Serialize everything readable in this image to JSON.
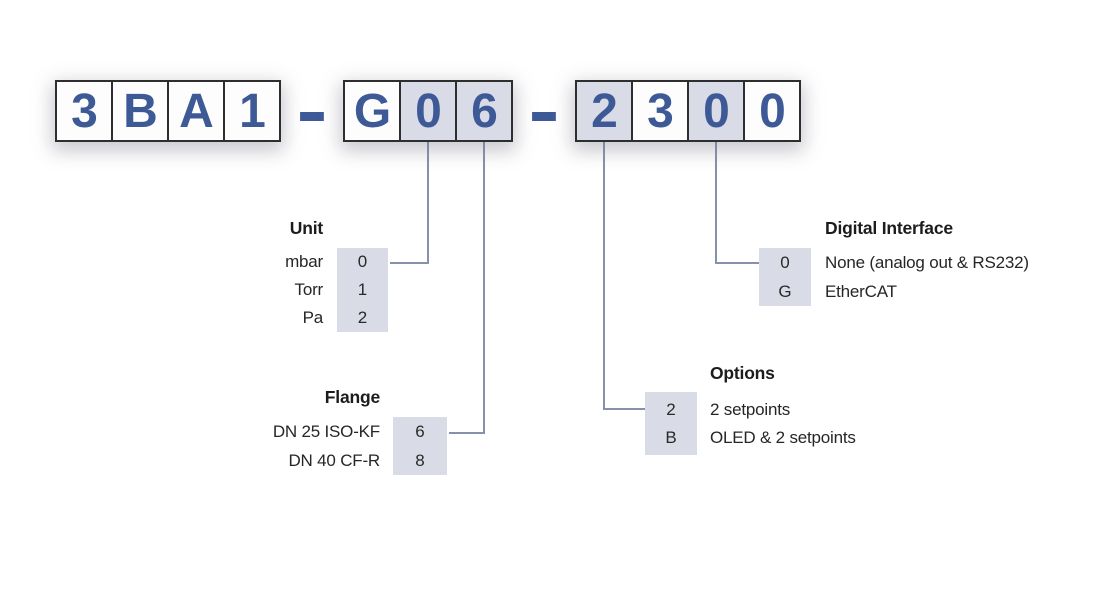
{
  "code": {
    "separator": "–",
    "groups": [
      {
        "cells": [
          {
            "char": "3",
            "shaded": false
          },
          {
            "char": "B",
            "shaded": false
          },
          {
            "char": "A",
            "shaded": false
          },
          {
            "char": "1",
            "shaded": false
          }
        ]
      },
      {
        "cells": [
          {
            "char": "G",
            "shaded": false
          },
          {
            "char": "0",
            "shaded": true
          },
          {
            "char": "6",
            "shaded": true
          }
        ]
      },
      {
        "cells": [
          {
            "char": "2",
            "shaded": true
          },
          {
            "char": "3",
            "shaded": false
          },
          {
            "char": "0",
            "shaded": true
          },
          {
            "char": "0",
            "shaded": false
          }
        ]
      }
    ]
  },
  "sections": {
    "unit": {
      "title": "Unit",
      "rows": [
        {
          "label": "mbar",
          "code": "0"
        },
        {
          "label": "Torr",
          "code": "1"
        },
        {
          "label": "Pa",
          "code": "2"
        }
      ]
    },
    "flange": {
      "title": "Flange",
      "rows": [
        {
          "label": "DN 25 ISO-KF",
          "code": "6"
        },
        {
          "label": "DN 40 CF-R",
          "code": "8"
        }
      ]
    },
    "options": {
      "title": "Options",
      "rows": [
        {
          "code": "2",
          "label": "2 setpoints"
        },
        {
          "code": "B",
          "label": "OLED & 2 setpoints"
        }
      ]
    },
    "digital_interface": {
      "title": "Digital Interface",
      "rows": [
        {
          "code": "0",
          "label": "None (analog out & RS232)"
        },
        {
          "code": "G",
          "label": "EtherCAT"
        }
      ]
    }
  },
  "colors": {
    "code_text": "#3e5a96",
    "cell_highlight": "#d9dbe6",
    "cell_border": "#2e2e2e",
    "connector_line": "#8691ae",
    "body_text": "#262626"
  }
}
